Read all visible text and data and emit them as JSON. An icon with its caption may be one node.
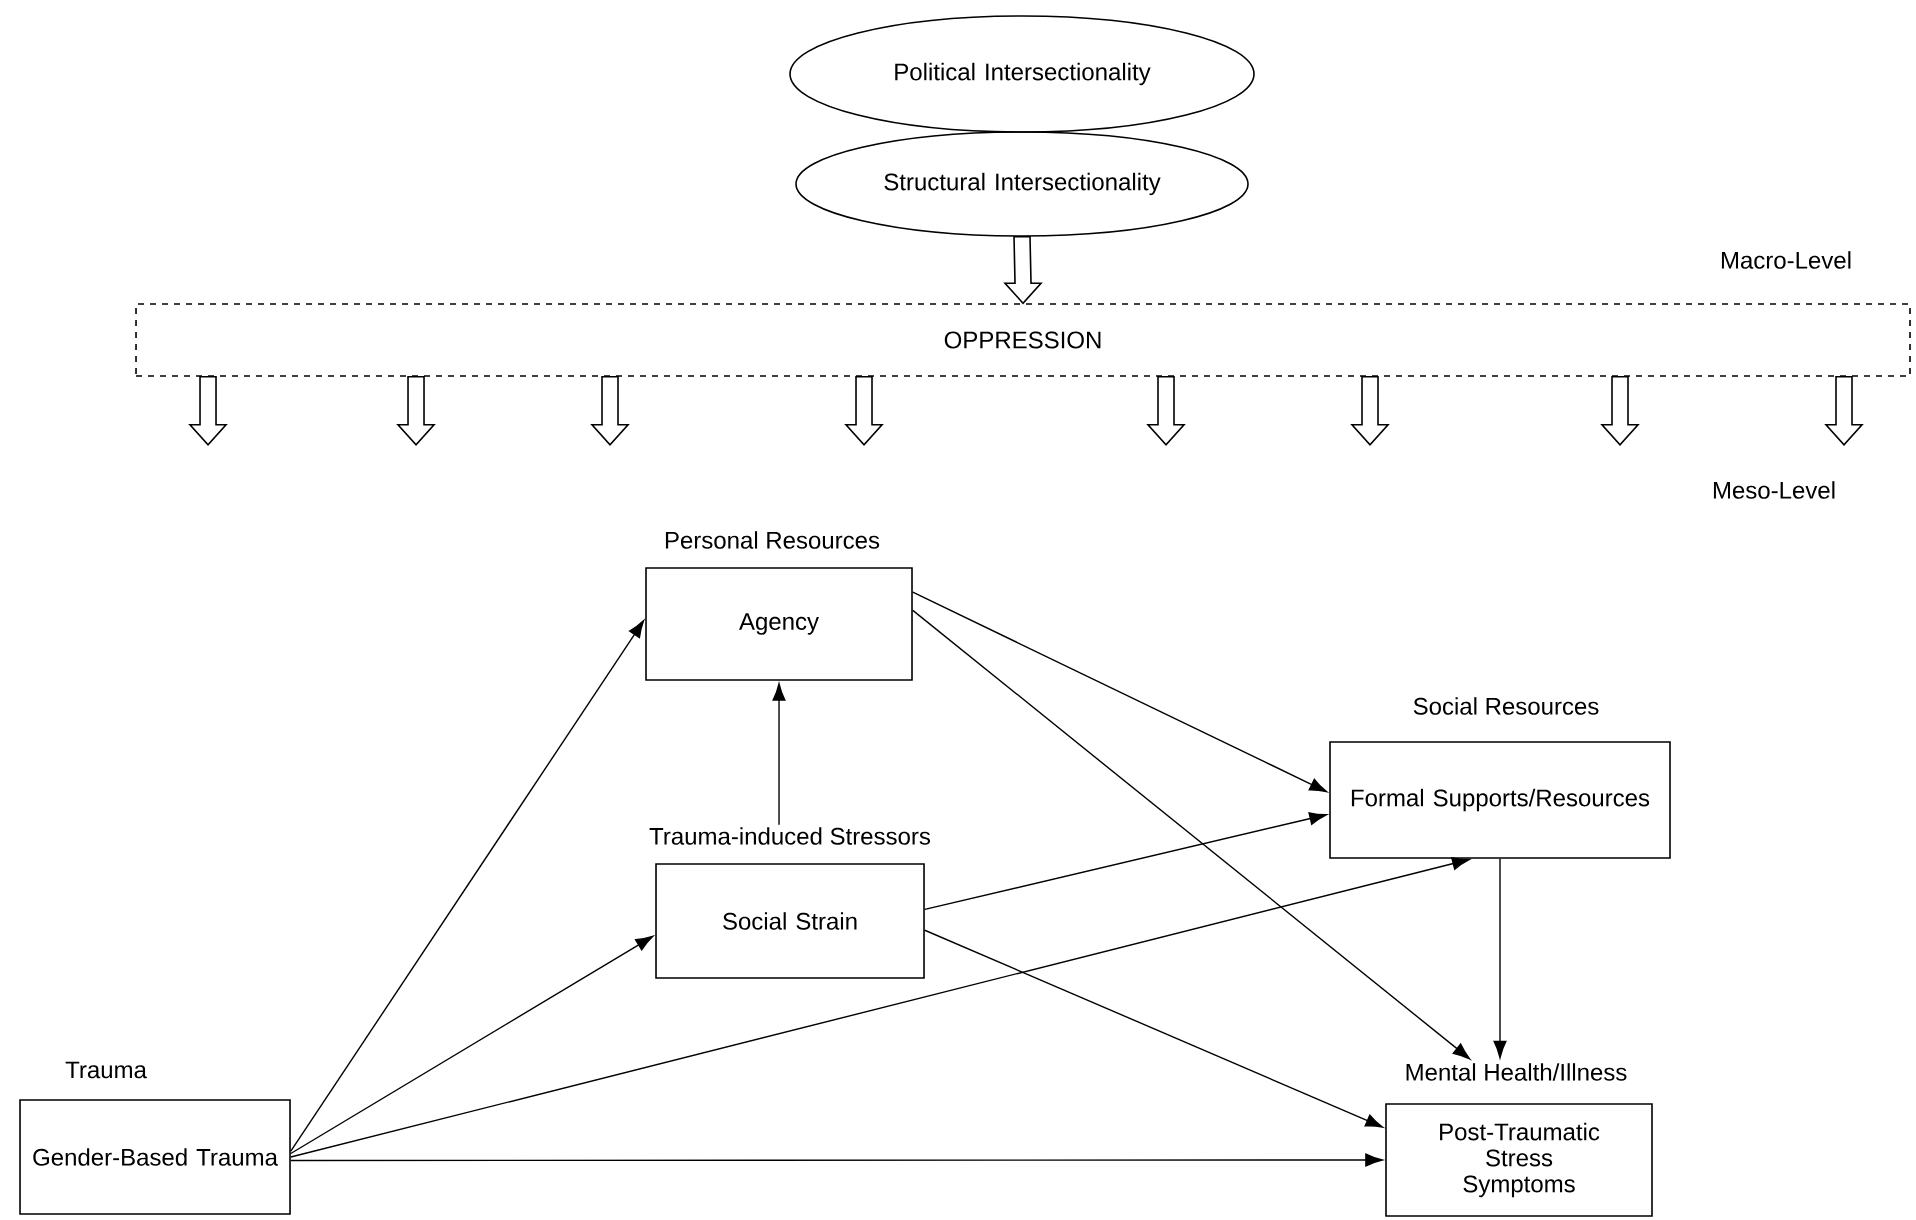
{
  "diagram": {
    "nodes": [
      {
        "text": [
          "Political Intersectionality"
        ]
      },
      {
        "text": [
          "Structural Intersectionality"
        ]
      },
      {
        "text": [
          "OPPRESSION"
        ]
      },
      {
        "text": [
          "Personal Resources",
          "Agency"
        ]
      },
      {
        "text": [
          "Trauma-induced Stressors",
          "Social Strain"
        ]
      },
      {
        "text": [
          "Social Resources",
          "Formal Supports/Resources"
        ]
      },
      {
        "text": [
          "Mental Health/Illness",
          "Post-Traumatic Stress Symptoms"
        ]
      },
      {
        "text": [
          "Trauma",
          "Gender-Based Trauma"
        ]
      }
    ],
    "edges": [
      {
        "from": 1,
        "to": 2,
        "arrow": "to",
        "style": "thick"
      },
      {
        "from": 2,
        "to": null,
        "arrow": "to",
        "style": "thick"
      },
      {
        "from": 2,
        "to": null,
        "arrow": "to",
        "style": "thick"
      },
      {
        "from": 2,
        "to": null,
        "arrow": "to",
        "style": "thick"
      },
      {
        "from": 2,
        "to": null,
        "arrow": "to",
        "style": "thick"
      },
      {
        "from": 2,
        "to": null,
        "arrow": "to",
        "style": "thick"
      },
      {
        "from": 2,
        "to": null,
        "arrow": "to",
        "style": "thick"
      },
      {
        "from": 2,
        "to": null,
        "arrow": "to",
        "style": "thick"
      },
      {
        "from": 2,
        "to": null,
        "arrow": "to",
        "style": "thick"
      },
      {
        "from": 7,
        "to": 3,
        "arrow": "to"
      },
      {
        "from": 7,
        "to": 4,
        "arrow": "to"
      },
      {
        "from": 7,
        "to": 5,
        "arrow": "to"
      },
      {
        "from": 7,
        "to": 6,
        "arrow": "to"
      },
      {
        "from": 4,
        "to": 3,
        "arrow": "to"
      },
      {
        "from": 3,
        "to": 5,
        "arrow": "to"
      },
      {
        "from": 3,
        "to": 6,
        "arrow": "to"
      },
      {
        "from": 4,
        "to": 5,
        "arrow": "to"
      },
      {
        "from": 4,
        "to": 6,
        "arrow": "to"
      },
      {
        "from": 5,
        "to": 6,
        "arrow": "to"
      }
    ],
    "labels": [
      "Macro-Level",
      "Meso-Level"
    ]
  }
}
